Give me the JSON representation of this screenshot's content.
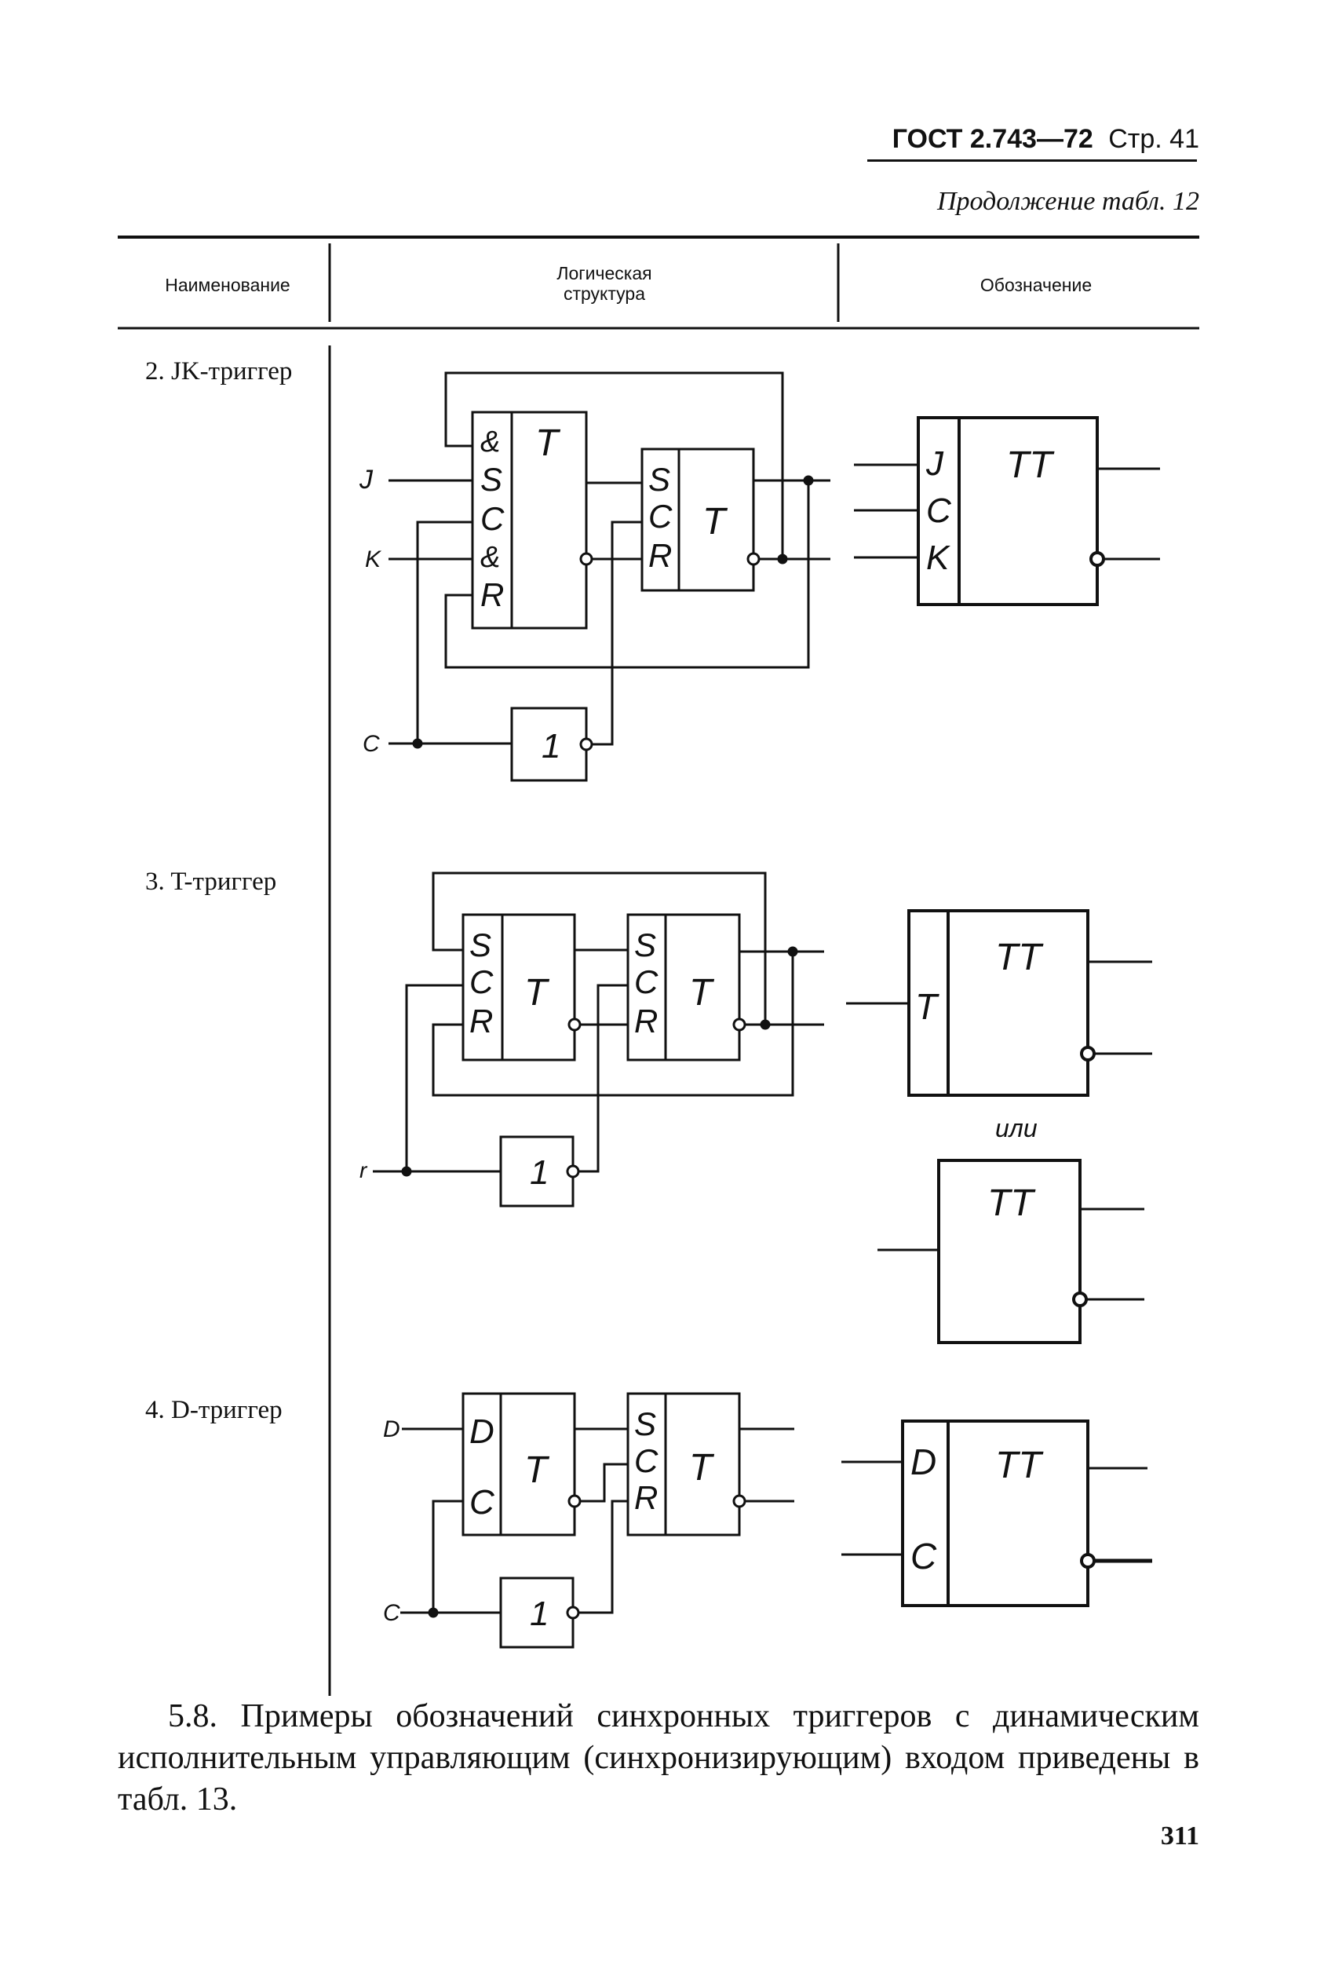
{
  "header": {
    "standard": "ГОСТ 2.743—72",
    "page": "Стр. 41",
    "continuation": "Продолжение табл. 12"
  },
  "table": {
    "columns": [
      "Наименование",
      "Логическая структура",
      "Обозначение"
    ],
    "col2_line1": "Логическая",
    "col2_line2": "структура",
    "rows": [
      {
        "name": "2. JK-триггер"
      },
      {
        "name": "3. T-триггер"
      },
      {
        "name": "4. D-триггер"
      }
    ]
  },
  "jk": {
    "inputs": [
      "J",
      "K",
      "C"
    ],
    "block1_labels": [
      "&",
      "S",
      "C",
      "&",
      "R"
    ],
    "block1_func": "T",
    "block2_labels": [
      "S",
      "C",
      "R"
    ],
    "block2_func": "T",
    "inverter": "1",
    "symbol_inputs": [
      "J",
      "C",
      "K"
    ],
    "symbol_func": "TT"
  },
  "t": {
    "input": "r",
    "block1_labels": [
      "S",
      "C",
      "R"
    ],
    "block1_func": "T",
    "block2_labels": [
      "S",
      "C",
      "R"
    ],
    "block2_func": "T",
    "inverter": "1",
    "symbol1_input": "T",
    "symbol1_func": "TT",
    "or_text": "или",
    "symbol2_func": "TT"
  },
  "d": {
    "inputs": [
      "D",
      "C"
    ],
    "block1_labels": [
      "D",
      "C"
    ],
    "block1_func": "T",
    "block2_labels": [
      "S",
      "C",
      "R"
    ],
    "block2_func": "T",
    "inverter": "1",
    "symbol_inputs": [
      "D",
      "C"
    ],
    "symbol_func": "TT"
  },
  "paragraph": "5.8. Примеры обозначений синхронных триггеров с динамическим исполнительным управляющим (синхронизирующим) входом приведены в табл. 13.",
  "page_number": "311"
}
